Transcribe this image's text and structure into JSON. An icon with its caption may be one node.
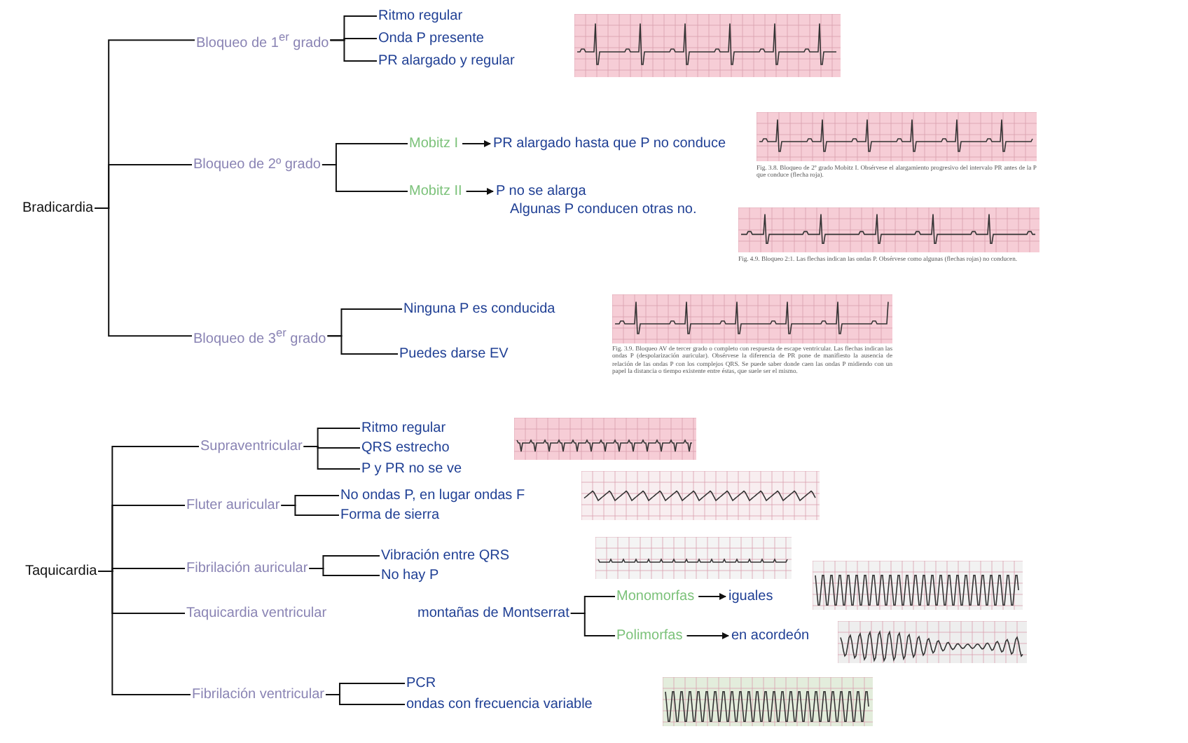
{
  "diagram": {
    "nodes": [
      {
        "text": [
          "Bradicardia"
        ]
      },
      {
        "text": [
          "Bloqueo de 1$^{er}$ grado"
        ]
      },
      {
        "text": [
          "Ritmo regular"
        ]
      },
      {
        "text": [
          "Onda P presente"
        ]
      },
      {
        "text": [
          "PR alargado y regular"
        ]
      },
      {
        "text": [
          "Bloqueo de 2º grado"
        ]
      },
      {
        "text": [
          "Mobitz I"
        ]
      },
      {
        "text": [
          "PR alargado hasta que P no conduce"
        ]
      },
      {
        "text": [
          "Mobitz II"
        ]
      },
      {
        "text": [
          "P no se alarga",
          "Algunas P conducen otras no."
        ]
      },
      {
        "text": [
          "Bloqueo de 3$^{er}$ grado"
        ]
      },
      {
        "text": [
          "Ninguna P es conducida"
        ]
      },
      {
        "text": [
          "Puedes darse EV"
        ]
      },
      {
        "text": [
          "Taquicardia"
        ]
      },
      {
        "text": [
          "Supraventricular"
        ]
      },
      {
        "text": [
          "Ritmo regular"
        ]
      },
      {
        "text": [
          "QRS estrecho"
        ]
      },
      {
        "text": [
          "P y PR no se ve"
        ]
      },
      {
        "text": [
          "Fluter auricular"
        ]
      },
      {
        "text": [
          "No ondas P, en lugar ondas F"
        ]
      },
      {
        "text": [
          "Forma de sierra"
        ]
      },
      {
        "text": [
          "Fibrilación auricular"
        ]
      },
      {
        "text": [
          "Vibración entre QRS"
        ]
      },
      {
        "text": [
          "No hay P"
        ]
      },
      {
        "text": [
          "Taquicardia ventricular"
        ]
      },
      {
        "text": [
          "montañas de Montserrat"
        ]
      },
      {
        "text": [
          "Monomorfas"
        ]
      },
      {
        "text": [
          "iguales"
        ]
      },
      {
        "text": [
          "Polimorfas"
        ]
      },
      {
        "text": [
          "en acordeón"
        ]
      },
      {
        "text": [
          "Fibrilación ventricular"
        ]
      },
      {
        "text": [
          "PCR"
        ]
      },
      {
        "text": [
          "ondas con frecuencia variable"
        ]
      }
    ],
    "edges": [
      {
        "from": 0,
        "to": 1,
        "arrow": "none"
      },
      {
        "from": 0,
        "to": 5,
        "arrow": "none"
      },
      {
        "from": 0,
        "to": 10,
        "arrow": "none"
      },
      {
        "from": 1,
        "to": 2,
        "arrow": "none"
      },
      {
        "from": 1,
        "to": 3,
        "arrow": "none"
      },
      {
        "from": 1,
        "to": 4,
        "arrow": "none"
      },
      {
        "from": 5,
        "to": 6,
        "arrow": "none"
      },
      {
        "from": 5,
        "to": 8,
        "arrow": "none"
      },
      {
        "from": 6,
        "to": 7,
        "arrow": "to"
      },
      {
        "from": 8,
        "to": 9,
        "arrow": "to"
      },
      {
        "from": 10,
        "to": 11,
        "arrow": "none"
      },
      {
        "from": 10,
        "to": 12,
        "arrow": "none"
      },
      {
        "from": 13,
        "to": 14,
        "arrow": "none"
      },
      {
        "from": 13,
        "to": 18,
        "arrow": "none"
      },
      {
        "from": 13,
        "to": 21,
        "arrow": "none"
      },
      {
        "from": 13,
        "to": 24,
        "arrow": "none"
      },
      {
        "from": 13,
        "to": 30,
        "arrow": "none"
      },
      {
        "from": 14,
        "to": 15,
        "arrow": "none"
      },
      {
        "from": 14,
        "to": 16,
        "arrow": "none"
      },
      {
        "from": 14,
        "to": 17,
        "arrow": "none"
      },
      {
        "from": 18,
        "to": 19,
        "arrow": "none"
      },
      {
        "from": 18,
        "to": 20,
        "arrow": "none"
      },
      {
        "from": 21,
        "to": 22,
        "arrow": "none"
      },
      {
        "from": 21,
        "to": 23,
        "arrow": "none"
      },
      {
        "from": 25,
        "to": 26,
        "arrow": "none"
      },
      {
        "from": 25,
        "to": 28,
        "arrow": "none"
      },
      {
        "from": 26,
        "to": 27,
        "arrow": "to"
      },
      {
        "from": 28,
        "to": 29,
        "arrow": "to"
      },
      {
        "from": 30,
        "to": 31,
        "arrow": "none"
      },
      {
        "from": 30,
        "to": 32,
        "arrow": "none"
      }
    ],
    "labels": [
      "Fig. 3.8. Bloqueo de 2º grado Mobitz I. Obsérvese el alargamiento progresivo del intervalo PR antes de la P que conduce (flecha roja).",
      "Fig. 4.9. Bloqueo 2:1. Las flechas indican las ondas P. Obsérvese como algunas (flechas rojas) no conducen.",
      "Fig. 3.9. Bloqueo AV de tercer grado o completo con respuesta de escape ventricular. Las flechas indican las ondas P (despolarización auricular). Obsérvese la diferencia de PR pone de manifiesto la ausencia de relación de las ondas P con los complejos QRS. Se puede saber donde caen las ondas P midiendo con un papel la distancia o tiempo existente entre éstas, que suele ser el mismo."
    ]
  }
}
